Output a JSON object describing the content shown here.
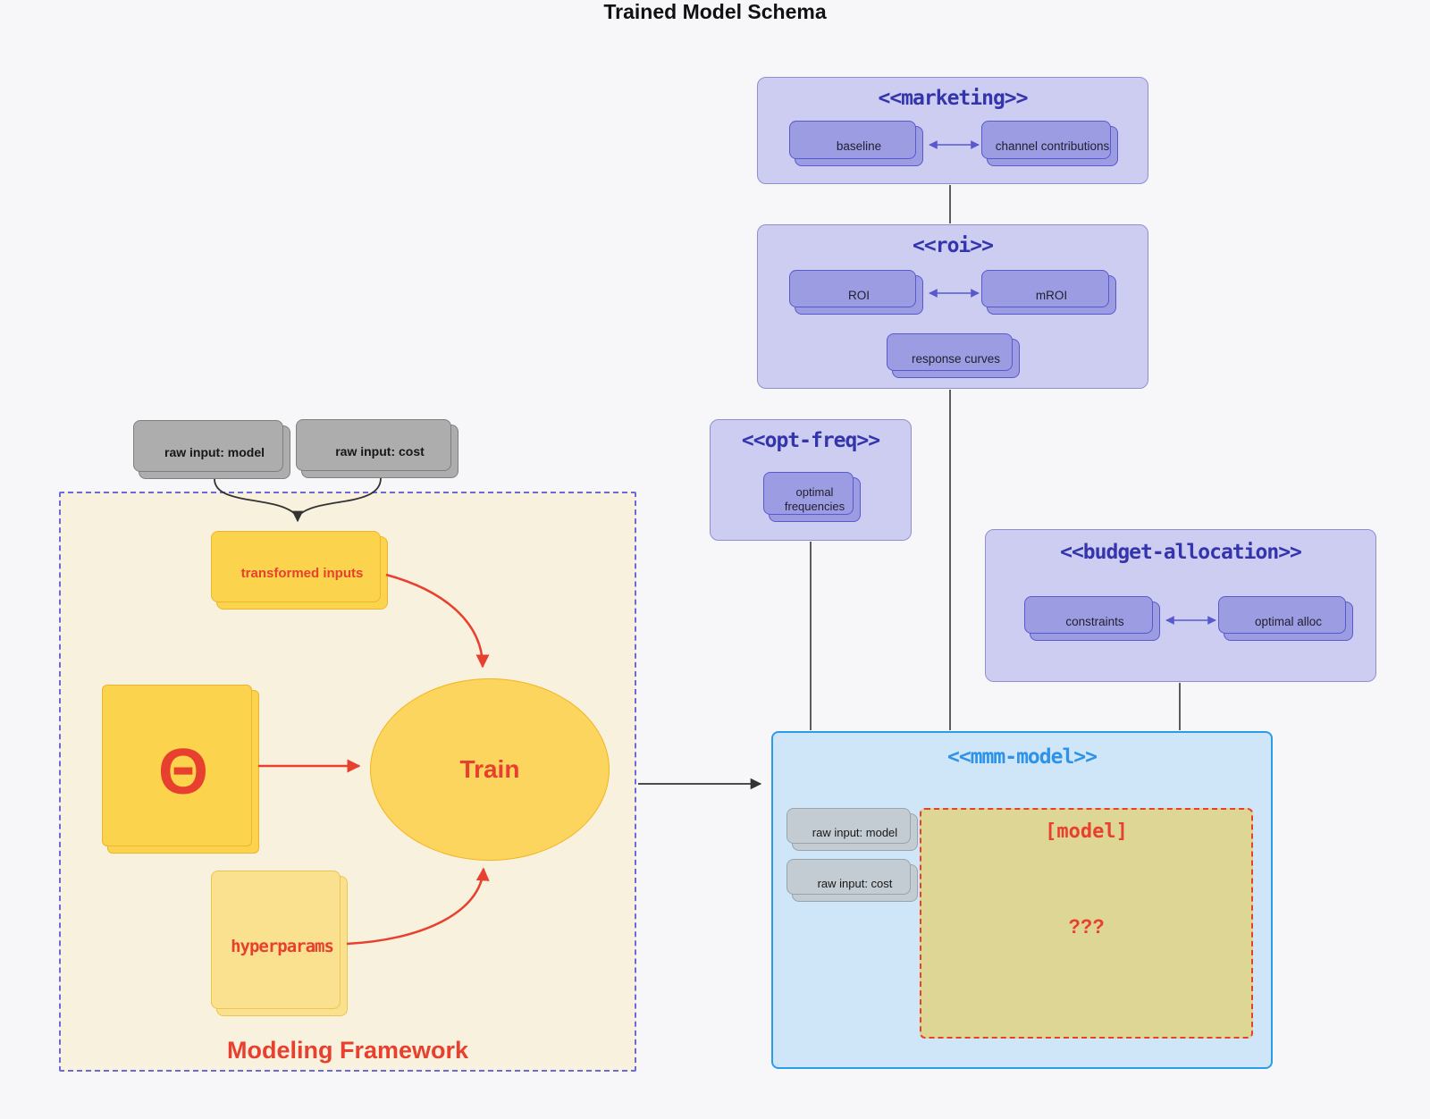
{
  "title": "Trained Model Schema",
  "colors": {
    "accent_red": "#e8402e",
    "indigo": "#3434ad",
    "bright_blue": "#2e93e8",
    "lavender_fill": "#cdcdf1",
    "lavender_border": "#8f8fd0",
    "purple_card_fill": "#9c9ce3",
    "purple_card_border": "#5858cf",
    "mmm_fill": "#cfe6f9",
    "mmm_border": "#2d9ce8",
    "khaki_fill": "#ded694",
    "cream_fill": "#f8f1de",
    "framework_border": "#6a6ad8",
    "yellow_fill": "#fbd34d",
    "yellow_border": "#edb52f",
    "yellow_light_fill": "#f9e190",
    "yellow_light_border": "#eec44d",
    "ellipse_fill": "#fbd55e",
    "ellipse_border": "#f4b31d",
    "gray_fill": "#adadad",
    "gray_border": "#7f7f7f",
    "mmm_gray_fill": "#c3ccd3",
    "mmm_gray_border": "#9aa3aa",
    "connector": "#4a4a4a"
  },
  "external_inputs": {
    "raw_model": "raw input: model",
    "raw_cost": "raw input: cost"
  },
  "framework": {
    "label": "Modeling Framework",
    "transformed_inputs": "transformed inputs",
    "theta": "Θ",
    "train": "Train",
    "hyperparams": "hyperparams"
  },
  "marketing": {
    "title": "<<marketing>>",
    "baseline": "baseline",
    "channel_contributions": "channel contributions"
  },
  "roi": {
    "title": "<<roi>>",
    "roi": "ROI",
    "mroi": "mROI",
    "response_curves": "response curves"
  },
  "opt_freq": {
    "title": "<<opt-freq>>",
    "optimal_frequencies": "optimal frequencies"
  },
  "budget_allocation": {
    "title": "<<budget-allocation>>",
    "constraints": "constraints",
    "optimal_alloc": "optimal alloc"
  },
  "mmm_model": {
    "title": "<<mmm-model>>",
    "raw_model": "raw input: model",
    "raw_cost": "raw input: cost",
    "model_header": "[model]",
    "model_unknown": "???"
  }
}
